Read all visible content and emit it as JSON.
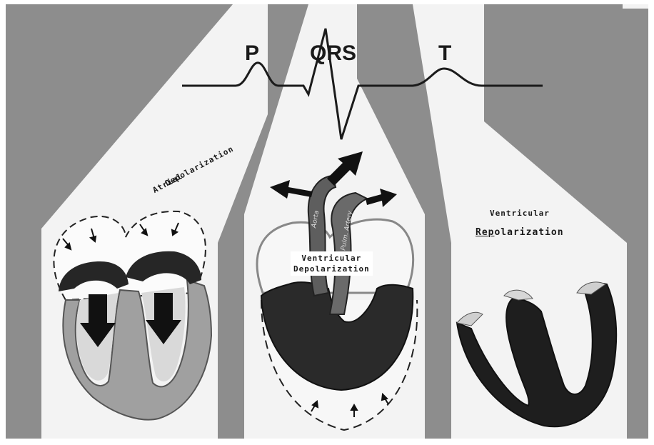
{
  "wave_labels": {
    "p": "P",
    "qrs": "QRS",
    "t": "T"
  },
  "stages": {
    "atrial": {
      "line1": "Atrial",
      "line2": "Depolarization"
    },
    "ventricular_depolarization": {
      "line1": "Ventricular",
      "line2": "Depolarization"
    },
    "ventricular_repolarization": {
      "line1": "Ventricular",
      "line2_first": "Rep",
      "line2_rest": "olarization"
    }
  },
  "vessel_labels": {
    "aorta": "Aorta",
    "pulmonary": "Pulm. Artery"
  },
  "colors": {
    "background_gray": "#8c8c8c",
    "band_light": "#f2f2f2",
    "ecg_trace": "#1b1b1b",
    "muscle_dark": "#1f1f1f",
    "muscle_textured": "#9a9a9a",
    "vessel": "#5c5c5c"
  }
}
